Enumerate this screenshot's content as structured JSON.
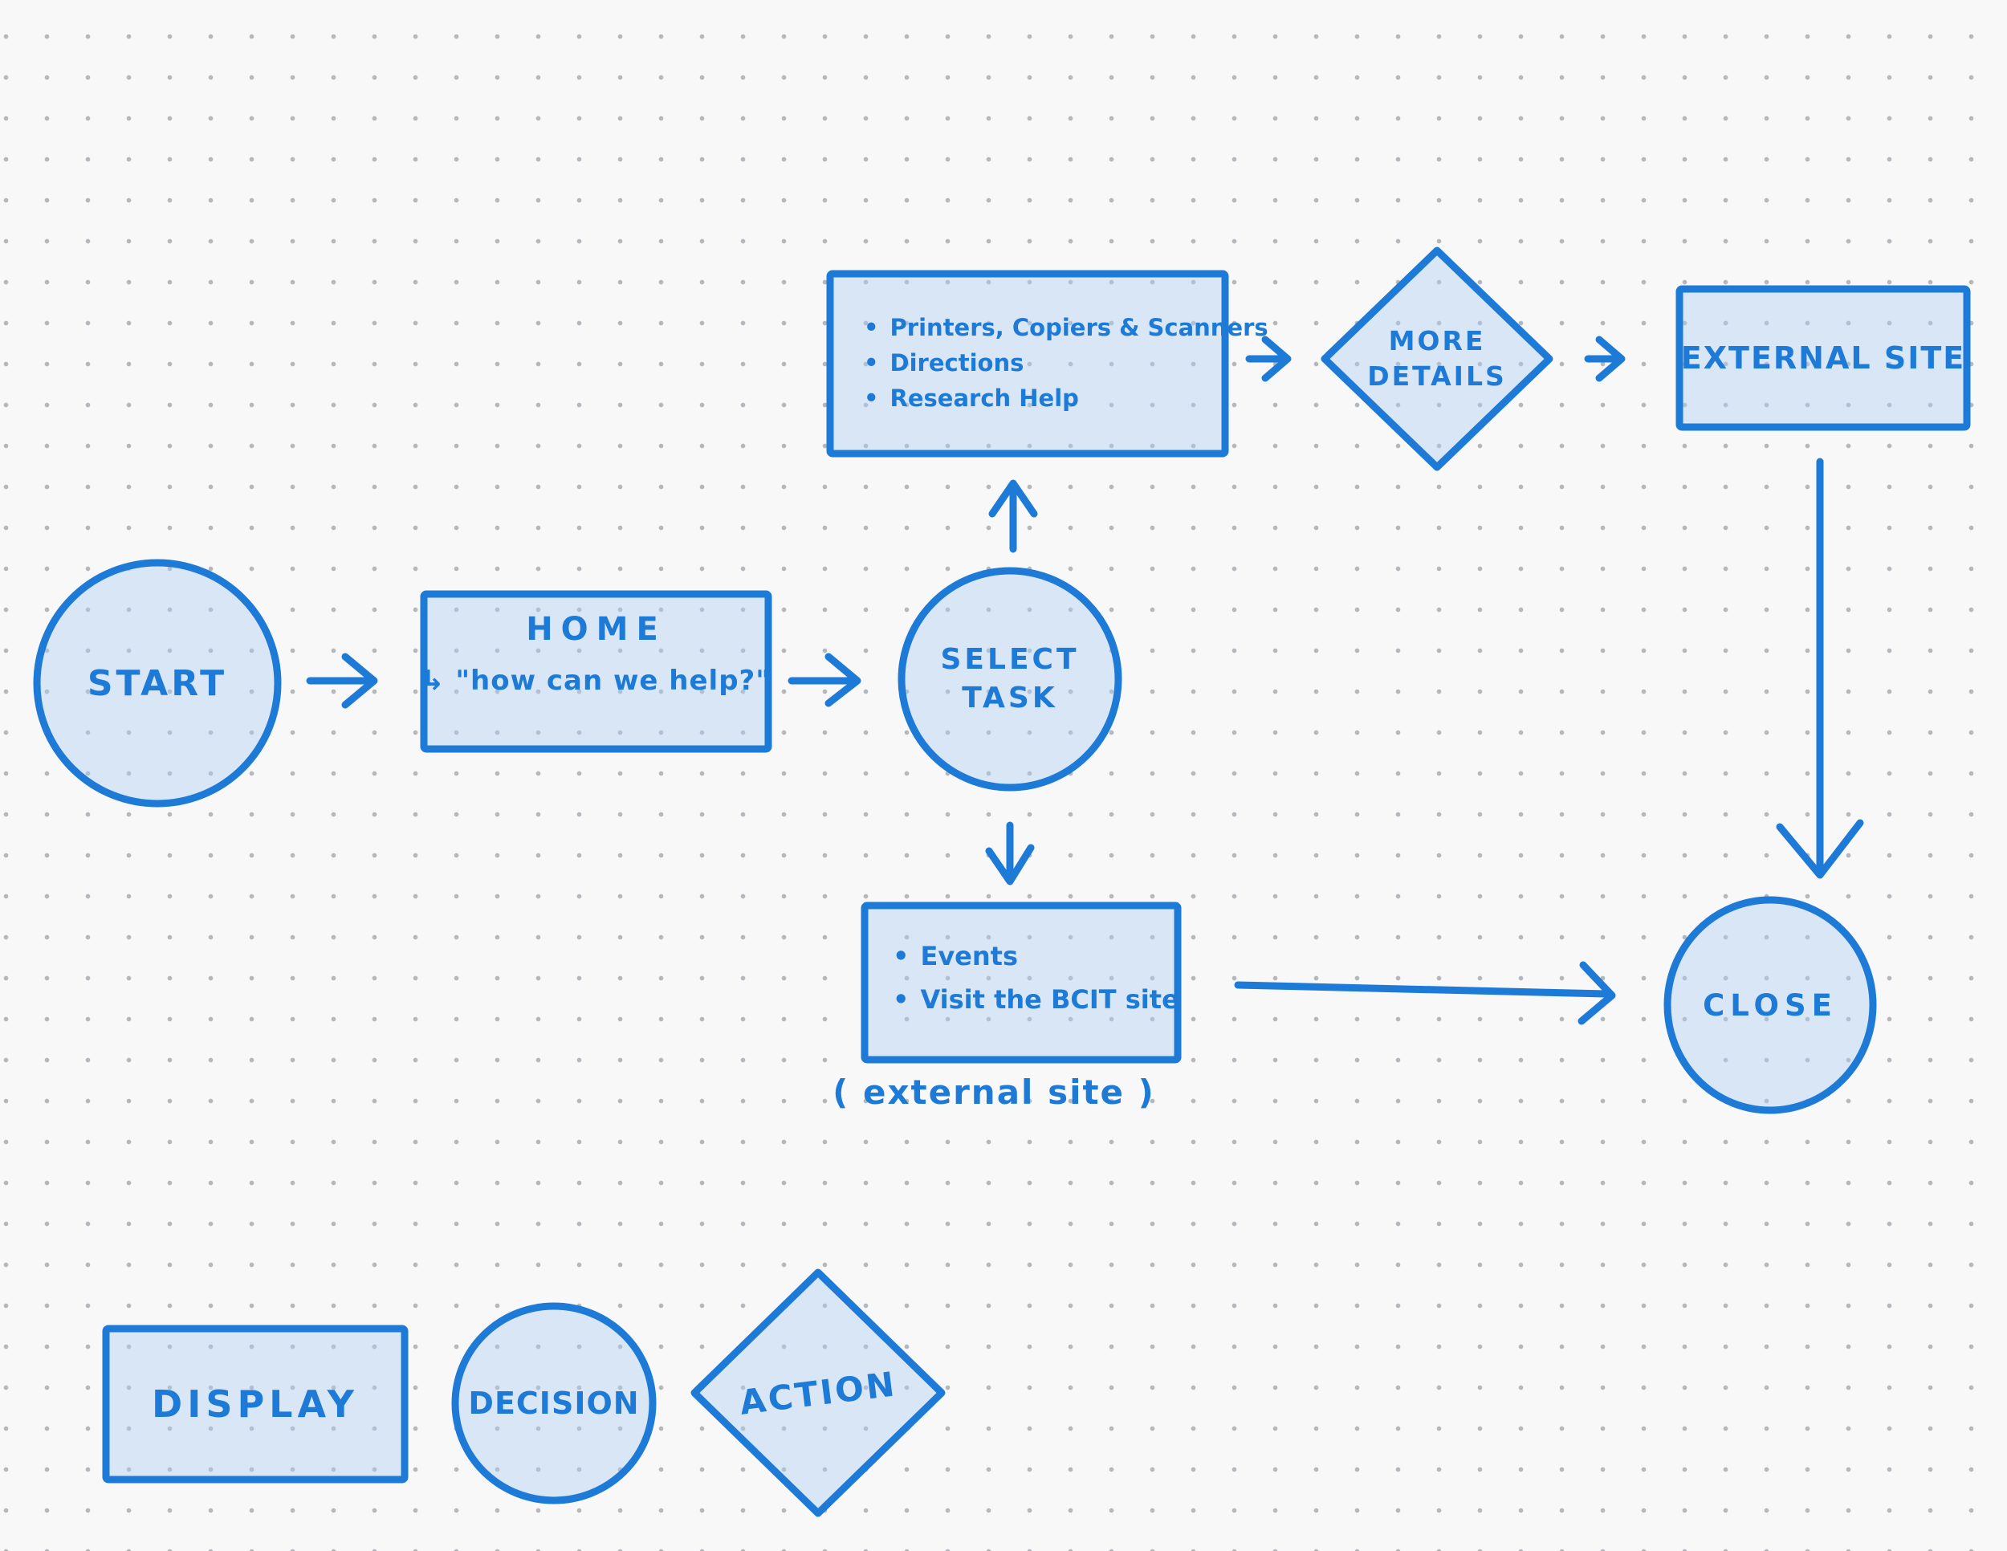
{
  "bullet": "•",
  "colors": {
    "accent": "#1d7ad6",
    "shape_fill": "rgba(171,205,243,0.42)",
    "background": "#f8f8f8"
  },
  "nodes": {
    "start": {
      "label": "START"
    },
    "home": {
      "title": "HOME",
      "subtitle": "↳ \"how can we help?\""
    },
    "select_task": {
      "line1": "SELECT",
      "line2": "TASK"
    },
    "services": {
      "items": [
        "Printers, Copiers & Scanners",
        "Directions",
        "Research Help"
      ]
    },
    "more_details": {
      "line1": "MORE",
      "line2": "DETAILS"
    },
    "external_site": {
      "label": "EXTERNAL SITE"
    },
    "events": {
      "items": [
        "Events",
        "Visit the BCIT site"
      ],
      "caption": "( external site )"
    },
    "close": {
      "label": "CLOSE"
    }
  },
  "legend": {
    "display_label": "DISPLAY",
    "decision_label": "DECISION",
    "action_label": "ACTION"
  }
}
